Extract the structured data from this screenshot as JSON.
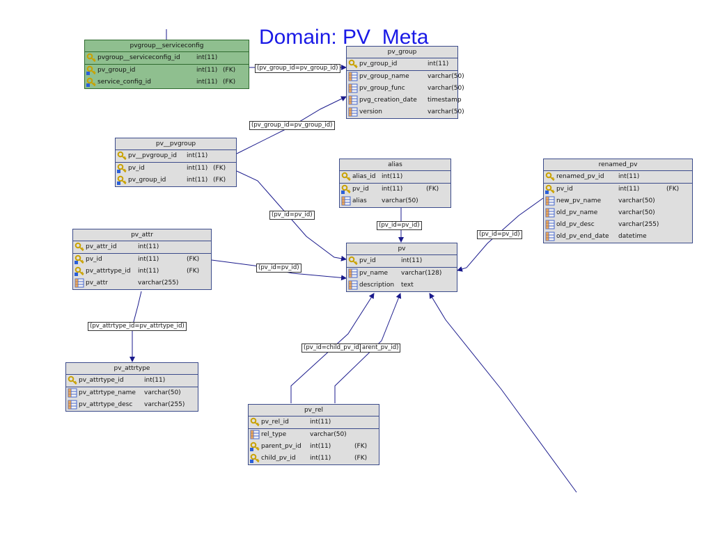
{
  "title": "Domain: PV_Meta",
  "tables": {
    "pvgroup_serviceconfig": {
      "name": "pvgroup__serviceconfig",
      "pk": [
        {
          "name": "pvgroup__serviceconfig_id",
          "type": "int(11)",
          "flag": "",
          "icon": "key-icon"
        }
      ],
      "cols": [
        {
          "name": "pv_group_id",
          "type": "int(11)",
          "flag": "(FK)",
          "icon": "foreign-key-icon"
        },
        {
          "name": "service_config_id",
          "type": "int(11)",
          "flag": "(FK)",
          "icon": "foreign-key-icon"
        }
      ]
    },
    "pv_group": {
      "name": "pv_group",
      "pk": [
        {
          "name": "pv_group_id",
          "type": "int(11)",
          "flag": "",
          "icon": "key-icon"
        }
      ],
      "cols": [
        {
          "name": "pv_group_name",
          "type": "varchar(50)",
          "flag": "",
          "icon": "column-icon"
        },
        {
          "name": "pv_group_func",
          "type": "varchar(50)",
          "flag": "",
          "icon": "column-icon"
        },
        {
          "name": "pvg_creation_date",
          "type": "timestamp",
          "flag": "",
          "icon": "column-icon"
        },
        {
          "name": "version",
          "type": "varchar(50)",
          "flag": "",
          "icon": "column-icon"
        }
      ]
    },
    "pv_pvgroup": {
      "name": "pv__pvgroup",
      "pk": [
        {
          "name": "pv__pvgroup_id",
          "type": "int(11)",
          "flag": "",
          "icon": "key-icon"
        }
      ],
      "cols": [
        {
          "name": "pv_id",
          "type": "int(11)",
          "flag": "(FK)",
          "icon": "foreign-key-icon"
        },
        {
          "name": "pv_group_id",
          "type": "int(11)",
          "flag": "(FK)",
          "icon": "foreign-key-icon"
        }
      ]
    },
    "alias": {
      "name": "alias",
      "pk": [
        {
          "name": "alias_id",
          "type": "int(11)",
          "flag": "",
          "icon": "key-icon"
        }
      ],
      "cols": [
        {
          "name": "pv_id",
          "type": "int(11)",
          "flag": "(FK)",
          "icon": "foreign-key-icon"
        },
        {
          "name": "alias",
          "type": "varchar(50)",
          "flag": "",
          "icon": "column-icon"
        }
      ]
    },
    "renamed_pv": {
      "name": "renamed_pv",
      "pk": [
        {
          "name": "renamed_pv_id",
          "type": "int(11)",
          "flag": "",
          "icon": "key-icon"
        }
      ],
      "cols": [
        {
          "name": "pv_id",
          "type": "int(11)",
          "flag": "(FK)",
          "icon": "foreign-key-icon"
        },
        {
          "name": "new_pv_name",
          "type": "varchar(50)",
          "flag": "",
          "icon": "column-icon"
        },
        {
          "name": "old_pv_name",
          "type": "varchar(50)",
          "flag": "",
          "icon": "column-icon"
        },
        {
          "name": "old_pv_desc",
          "type": "varchar(255)",
          "flag": "",
          "icon": "column-icon"
        },
        {
          "name": "old_pv_end_date",
          "type": "datetime",
          "flag": "",
          "icon": "column-icon"
        }
      ]
    },
    "pv_attr": {
      "name": "pv_attr",
      "pk": [
        {
          "name": "pv_attr_id",
          "type": "int(11)",
          "flag": "",
          "icon": "key-icon"
        }
      ],
      "cols": [
        {
          "name": "pv_id",
          "type": "int(11)",
          "flag": "(FK)",
          "icon": "foreign-key-icon"
        },
        {
          "name": "pv_attrtype_id",
          "type": "int(11)",
          "flag": "(FK)",
          "icon": "foreign-key-icon"
        },
        {
          "name": "pv_attr",
          "type": "varchar(255)",
          "flag": "",
          "icon": "column-icon"
        }
      ]
    },
    "pv": {
      "name": "pv",
      "pk": [
        {
          "name": "pv_id",
          "type": "int(11)",
          "flag": "",
          "icon": "key-icon"
        }
      ],
      "cols": [
        {
          "name": "pv_name",
          "type": "varchar(128)",
          "flag": "",
          "icon": "column-icon"
        },
        {
          "name": "description",
          "type": "text",
          "flag": "",
          "icon": "column-icon"
        }
      ]
    },
    "pv_attrtype": {
      "name": "pv_attrtype",
      "pk": [
        {
          "name": "pv_attrtype_id",
          "type": "int(11)",
          "flag": "",
          "icon": "key-icon"
        }
      ],
      "cols": [
        {
          "name": "pv_attrtype_name",
          "type": "varchar(50)",
          "flag": "",
          "icon": "column-icon"
        },
        {
          "name": "pv_attrtype_desc",
          "type": "varchar(255)",
          "flag": "",
          "icon": "column-icon"
        }
      ]
    },
    "pv_rel": {
      "name": "pv_rel",
      "pk": [
        {
          "name": "pv_rel_id",
          "type": "int(11)",
          "flag": "",
          "icon": "key-icon"
        }
      ],
      "cols": [
        {
          "name": "rel_type",
          "type": "varchar(50)",
          "flag": "",
          "icon": "column-icon"
        },
        {
          "name": "parent_pv_id",
          "type": "int(11)",
          "flag": "(FK)",
          "icon": "foreign-key-icon"
        },
        {
          "name": "child_pv_id",
          "type": "int(11)",
          "flag": "(FK)",
          "icon": "foreign-key-icon"
        }
      ]
    }
  },
  "relations": {
    "serviceconfig_group": "(pv_group_id=pv_group_id)",
    "pvgroup_group": "(pv_group_id=pv_group_id)",
    "pvgroup_pv": "(pv_id=pv_id)",
    "alias_pv": "(pv_id=pv_id)",
    "renamed_pv": "(pv_id=pv_id)",
    "attr_pv": "(pv_id=pv_id)",
    "attr_attrtype": "(pv_attrtype_id=pv_attrtype_id)",
    "rel_child": "(pv_id=child_pv_id)",
    "rel_parent": "arent_pv_id)"
  },
  "colors": {
    "background": "#ffffff",
    "table_fill": "#dedede",
    "highlight_table_fill": "#8fbf8f",
    "connector": "#1a1a8c",
    "title": "#1a1ae6"
  }
}
